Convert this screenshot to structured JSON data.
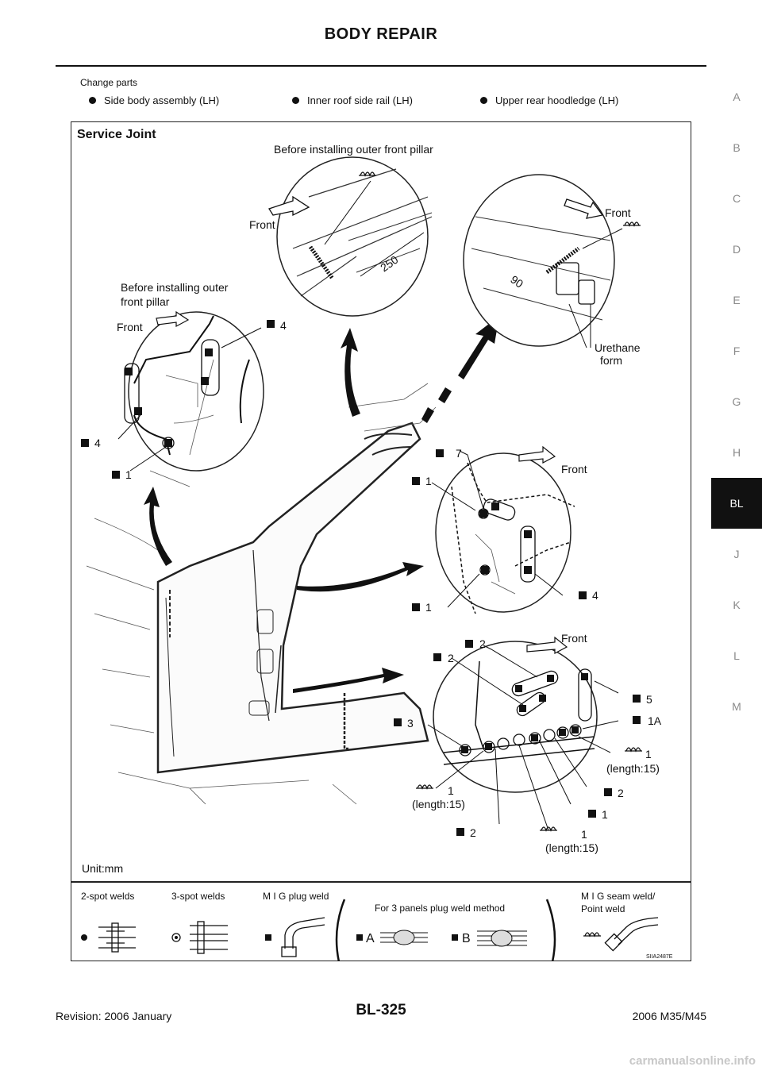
{
  "header": {
    "title": "BODY REPAIR"
  },
  "change_parts": {
    "label": "Change parts",
    "items": [
      "Side body assembly (LH)",
      "Inner roof side rail (LH)",
      "Upper rear hoodledge (LH)"
    ]
  },
  "side_tabs": [
    "A",
    "B",
    "C",
    "D",
    "E",
    "F",
    "G",
    "H",
    "BL",
    "J",
    "K",
    "L",
    "M"
  ],
  "active_tab": "BL",
  "figure": {
    "heading": "Service Joint",
    "top_title": "Before installing outer front pillar",
    "left_title_1": "Before installing outer",
    "left_title_2": "front pillar",
    "front": "Front",
    "dim_250": "250",
    "dim_90": "90",
    "urethane_1": "Urethane",
    "urethane_2": "form",
    "callouts": {
      "a_4": "4",
      "b_4": "4",
      "c_1": "1",
      "d_7": "7",
      "e_1": "1",
      "f_1": "1",
      "g_4": "4",
      "h_2": "2",
      "i_2": "2",
      "j_3": "3",
      "k_5": "5",
      "l_1a": "1A",
      "m_1": "1",
      "m_len": "(length:15)",
      "n_1": "1",
      "n_len": "(length:15)",
      "o_2": "2",
      "p_1": "1",
      "q_2": "2",
      "r_1": "1",
      "r_len": "(length:15)"
    },
    "unit": "Unit:mm",
    "legend": {
      "two_spot": "2-spot welds",
      "three_spot": "3-spot welds",
      "mig_plug": "M I G plug weld",
      "three_panels": "For 3 panels plug weld method",
      "a": "A",
      "b": "B",
      "mig_seam_1": "M I G seam weld/",
      "mig_seam_2": "Point weld"
    },
    "code": "SIIA2487E"
  },
  "footer": {
    "revision": "Revision: 2006 January",
    "page": "BL-325",
    "model": "2006 M35/M45"
  },
  "watermark": "carmanualsonline.info"
}
